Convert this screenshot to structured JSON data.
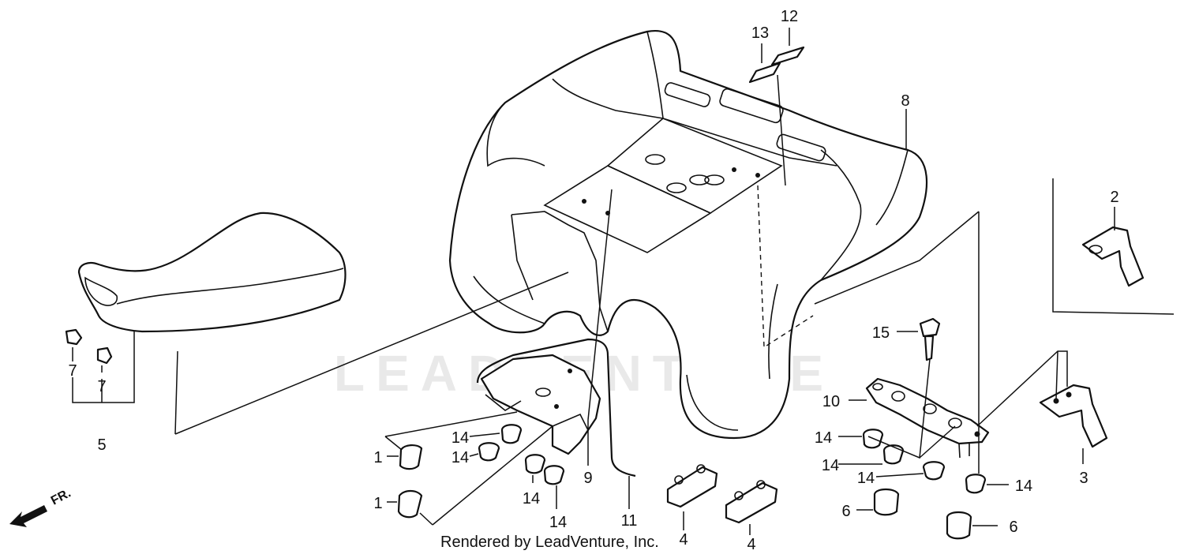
{
  "diagram": {
    "callouts": {
      "c1a": "1",
      "c1b": "1",
      "c2": "2",
      "c3": "3",
      "c4a": "4",
      "c4b": "4",
      "c5": "5",
      "c6a": "6",
      "c6b": "6",
      "c7a": "7",
      "c7b": "7",
      "c8": "8",
      "c9": "9",
      "c10": "10",
      "c11": "11",
      "c12": "12",
      "c13": "13",
      "c14a": "14",
      "c14b": "14",
      "c14c": "14",
      "c14d": "14",
      "c14e": "14",
      "c14f": "14",
      "c14g": "14",
      "c14h": "14",
      "c15": "15"
    },
    "direction_label": "FR.",
    "watermark": "LEADVENTURE",
    "credit": "Rendered by LeadVenture, Inc."
  }
}
